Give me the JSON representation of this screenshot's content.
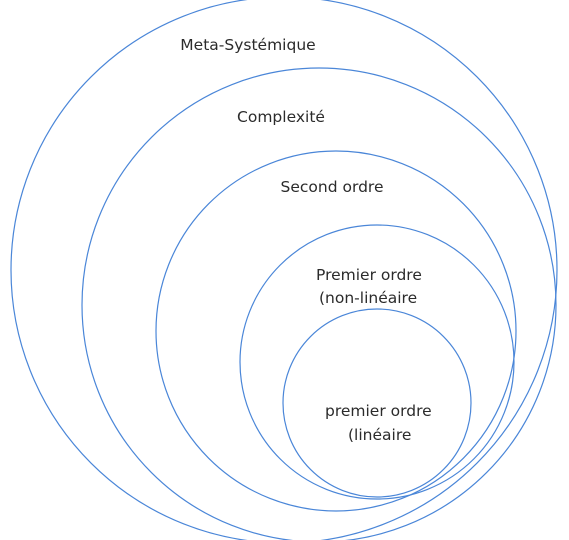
{
  "diagram": {
    "stroke_color": "#4a86d8",
    "rings": [
      {
        "id": "meta-systemique",
        "lines": [
          "Meta-Systémique"
        ]
      },
      {
        "id": "complexite",
        "lines": [
          "Complexité"
        ]
      },
      {
        "id": "second-ordre",
        "lines": [
          "Second ordre"
        ]
      },
      {
        "id": "premier-ordre-non-lineaire",
        "lines": [
          "Premier ordre",
          "(non-linéaire"
        ]
      },
      {
        "id": "premier-ordre-lineaire",
        "lines": [
          "premier ordre",
          "(linéaire"
        ]
      }
    ]
  }
}
